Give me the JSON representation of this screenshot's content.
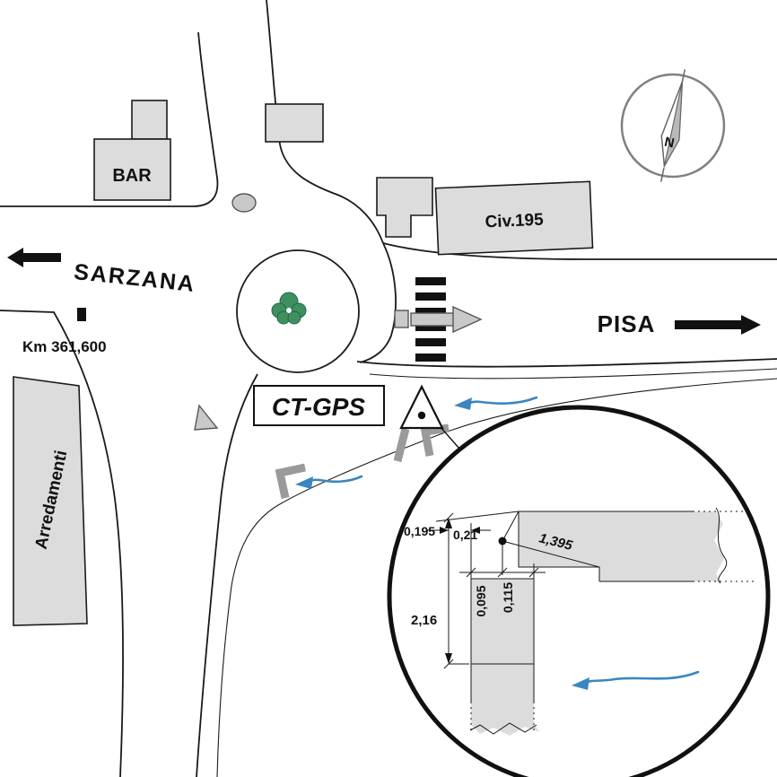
{
  "colors": {
    "line": "#1a1a1a",
    "building_fill": "#dcdcdc",
    "island_fill": "#c9c9c9",
    "curb_gray": "#9a9a9a",
    "flow_blue": "#3b86c0",
    "tree_green": "#3f8f63",
    "compass_gray": "#808080"
  },
  "map": {
    "roads": {
      "west_destination": "SARZANA",
      "east_destination": "PISA",
      "km_marker_label": "Km 361,600"
    },
    "buildings": {
      "bar_label": "BAR",
      "civ_label": "Civ.195",
      "arredamenti_label": "Arredamenti"
    },
    "station_label": "CT-GPS",
    "compass_north_label": "N",
    "detail_inset": {
      "measurements": {
        "offset_top": "0,195",
        "corner_to_point": "0,21",
        "point_to_far_corner": "1,395",
        "kerb_width_left": "0,095",
        "kerb_width_right": "0,115",
        "kerb_length": "2,16"
      }
    }
  }
}
